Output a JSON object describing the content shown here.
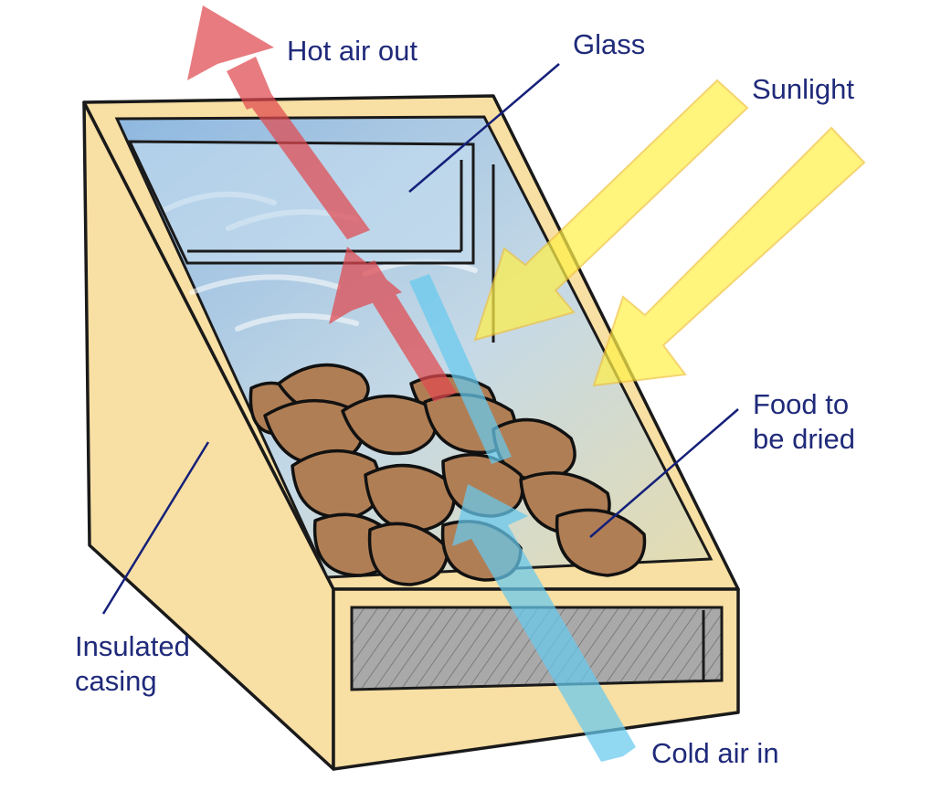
{
  "labels": {
    "hot_air_out": "Hot air out",
    "glass": "Glass",
    "sunlight": "Sunlight",
    "food_line1": "Food to",
    "food_line2": "be dried",
    "insulated_line1": "Insulated",
    "insulated_line2": "casing",
    "cold_air_in": "Cold air in"
  },
  "colors": {
    "label_text": "#1f2a7a",
    "leader_line": "#15207a",
    "casing_fill": "#f8dfa3",
    "casing_outline": "#1a1a1a",
    "glass_tint": "#a8cbe8",
    "food_fill": "#b07e55",
    "sunlight_arrow": "#fff04a",
    "hot_air_arrow": "#e0494f",
    "cold_air_arrow": "#67c9ee",
    "vent_fill": "#a9a9a9"
  },
  "icons": {
    "hot_air": "up-left-arrow-icon",
    "sunlight": "down-left-arrow-icon",
    "cold_air": "up-left-arrow-icon"
  }
}
